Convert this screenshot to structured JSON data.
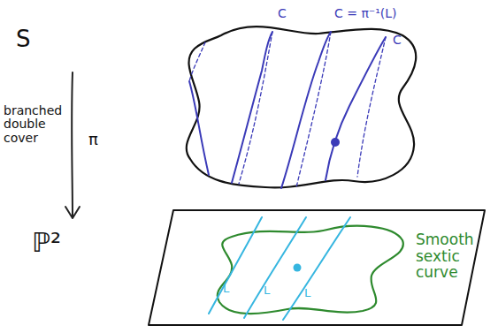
{
  "diagram": {
    "labels": [
      "S",
      "branched double cover",
      "π",
      "ℙ²",
      "C",
      "C = π⁻¹(L)",
      "C",
      "L",
      "L",
      "L",
      "Smooth sextic curve"
    ]
  }
}
